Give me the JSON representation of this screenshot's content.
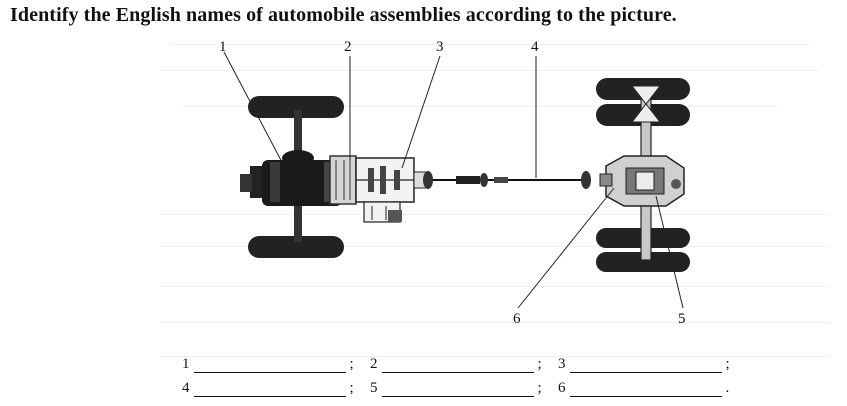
{
  "title": "Identify the English names of automobile assemblies according to the picture.",
  "callouts": [
    "1",
    "2",
    "3",
    "4",
    "5",
    "6"
  ],
  "answer_blanks": [
    {
      "num": "1",
      "sep": ";"
    },
    {
      "num": "2",
      "sep": ";"
    },
    {
      "num": "3",
      "sep": ";"
    },
    {
      "num": "4",
      "sep": ";"
    },
    {
      "num": "5",
      "sep": ";"
    },
    {
      "num": "6",
      "sep": "."
    }
  ]
}
